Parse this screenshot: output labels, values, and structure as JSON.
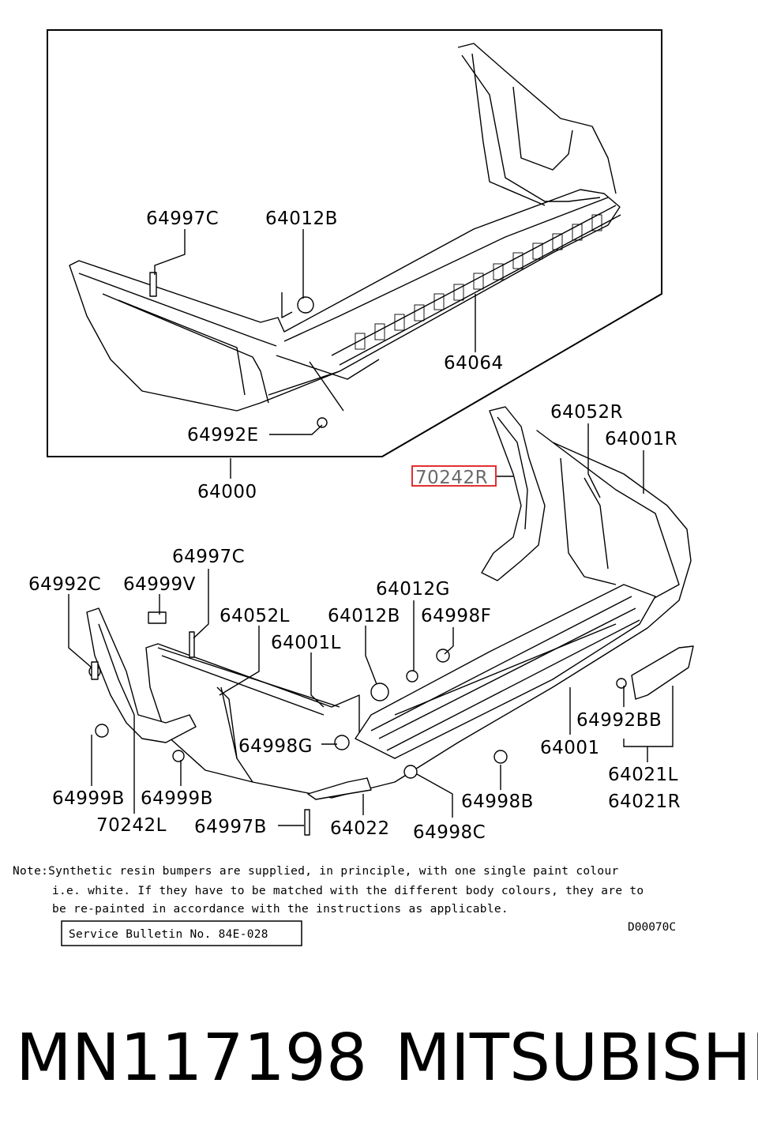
{
  "labels": {
    "l_64997c_top": "64997C",
    "l_64012b_top": "64012B",
    "l_64064": "64064",
    "l_64992e": "64992E",
    "l_64000": "64000",
    "l_70242r": "70242R",
    "l_64052r": "64052R",
    "l_64001r": "64001R",
    "l_64997c": "64997C",
    "l_64992c": "64992C",
    "l_64999v": "64999V",
    "l_64052l": "64052L",
    "l_64012g": "64012G",
    "l_64012b": "64012B",
    "l_64998f": "64998F",
    "l_64001l": "64001L",
    "l_64998g": "64998G",
    "l_64992bb": "64992BB",
    "l_64001": "64001",
    "l_64021l": "64021L",
    "l_64021r": "64021R",
    "l_64998b": "64998B",
    "l_64999b_1": "64999B",
    "l_64999b_2": "64999B",
    "l_70242l": "70242L",
    "l_64997b": "64997B",
    "l_64022": "64022",
    "l_64998c": "64998C"
  },
  "highlighted_part": "70242R",
  "note": {
    "line1": "Note:Synthetic resin bumpers are supplied, in principle, with one single paint colour",
    "line2": "i.e. white. If they have to be matched with the different body colours, they are to",
    "line3": "be re-painted in accordance with the instructions as applicable."
  },
  "service_bulletin": "Service Bulletin No. 84E-028",
  "diagram_code": "D00070C",
  "part_number": "MN117198",
  "brand": "MITSUBISHI",
  "colors": {
    "highlight_box": "#e03030",
    "line": "#000000",
    "background": "#ffffff"
  }
}
